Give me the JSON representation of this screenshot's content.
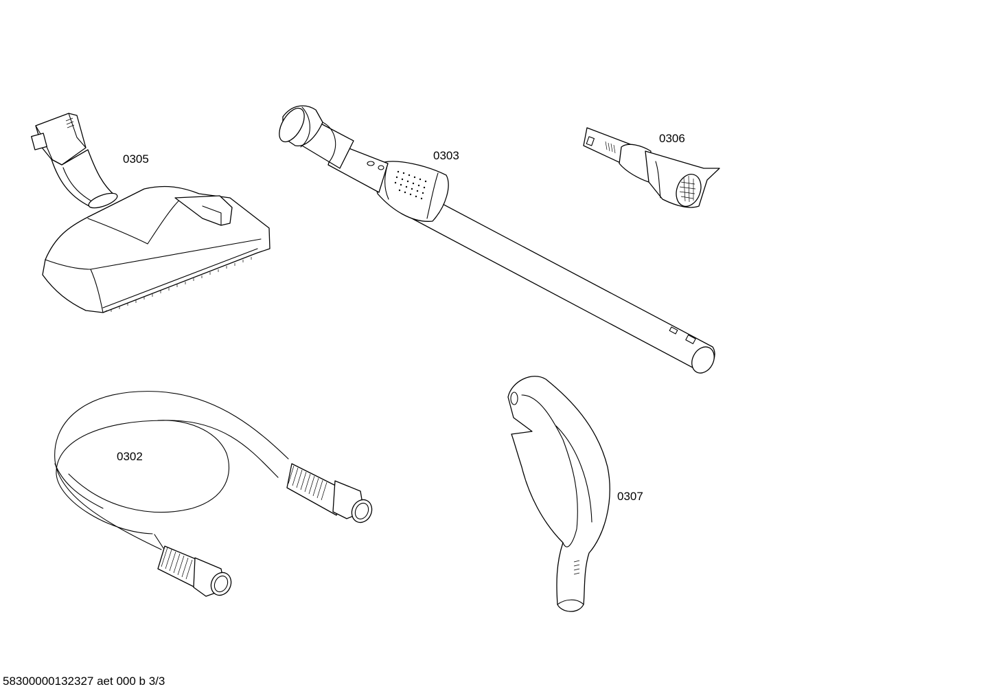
{
  "parts": [
    {
      "id": "floor-nozzle",
      "label": "0305"
    },
    {
      "id": "telescopic-tube",
      "label": "0303"
    },
    {
      "id": "crevice-tool",
      "label": "0306"
    },
    {
      "id": "suction-hose",
      "label": "0302"
    },
    {
      "id": "handle",
      "label": "0307"
    }
  ],
  "footer": {
    "text": "58300000132327 aet 000 b 3/3"
  }
}
